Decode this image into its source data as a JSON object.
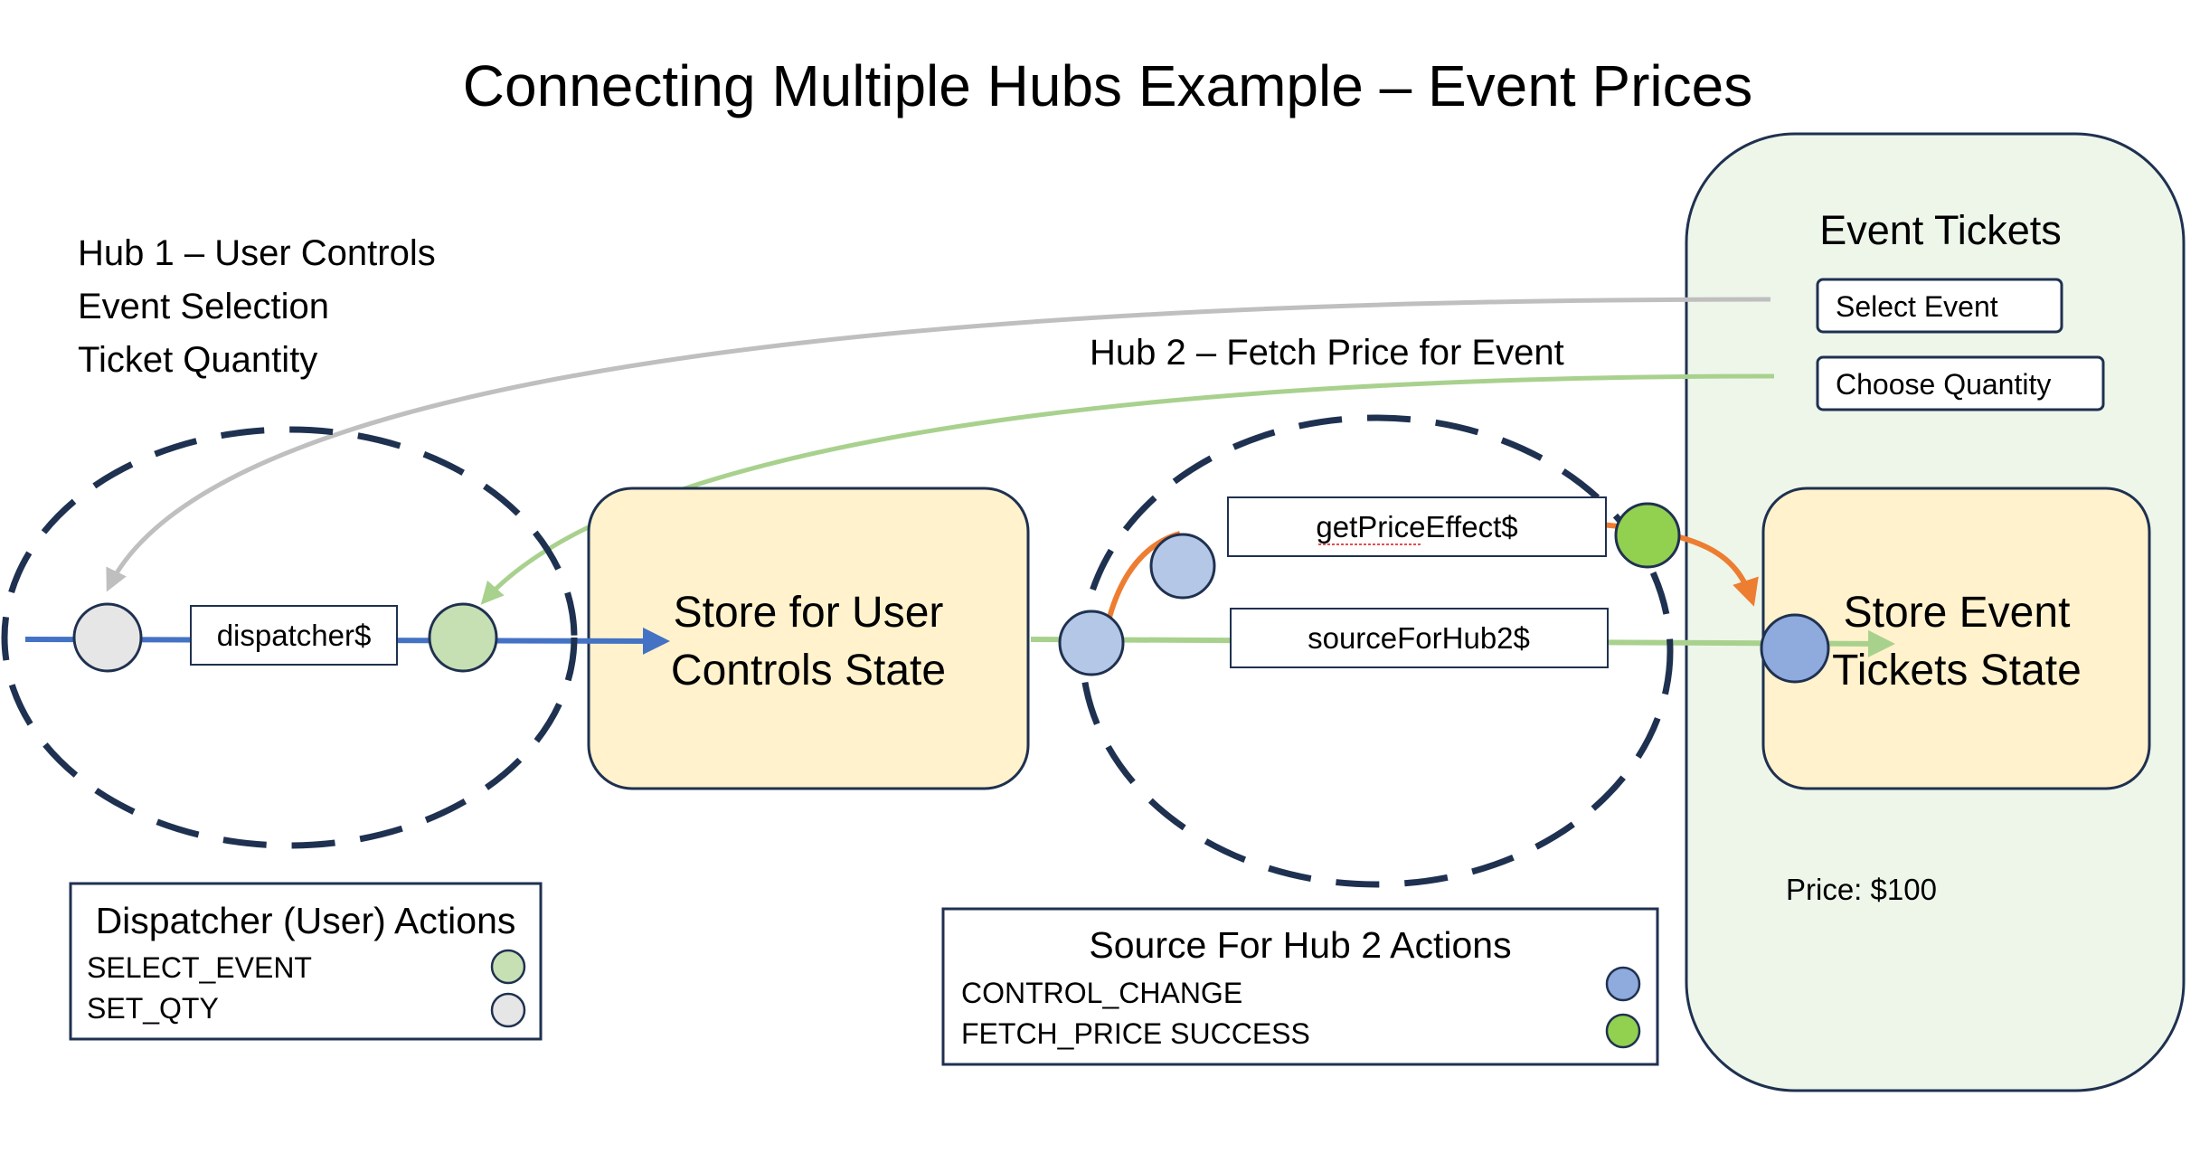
{
  "title": "Connecting Multiple Hubs Example – Event Prices",
  "hub1": {
    "labels": [
      "Hub 1 – User Controls",
      "Event Selection",
      "Ticket Quantity"
    ],
    "stream_label": "dispatcher$"
  },
  "store_user": {
    "lines": [
      "Store for User",
      "Controls State"
    ]
  },
  "hub2": {
    "label": "Hub 2 – Fetch Price for Event",
    "effect_label": "getPriceEffect$",
    "source_label": "sourceForHub2$"
  },
  "event_tickets": {
    "title": "Event Tickets",
    "select_event": "Select Event",
    "choose_quantity": "Choose Quantity",
    "store_lines": [
      "Store Event",
      "Tickets State"
    ],
    "price": "Price: $100"
  },
  "legend_dispatcher": {
    "title": "Dispatcher (User) Actions",
    "items": [
      {
        "label": "SELECT_EVENT",
        "color": "#c6e0b4"
      },
      {
        "label": "SET_QTY",
        "color": "#e7e6e6"
      }
    ]
  },
  "legend_hub2": {
    "title": "Source For Hub 2 Actions",
    "items": [
      {
        "label": "CONTROL_CHANGE",
        "color": "#8faadc"
      },
      {
        "label": "FETCH_PRICE SUCCESS",
        "color": "#92d050"
      }
    ]
  },
  "colors": {
    "dark_navy": "#1f3150",
    "blue_line": "#4472c4",
    "green_line": "#a9d18e",
    "gray_line": "#bfbfbf",
    "orange_line": "#ed7d31",
    "store_fill": "#fff2cc",
    "panel_fill": "#eef6ea",
    "light_blue_node": "#b4c7e7",
    "mid_blue_node": "#8faadc",
    "green_node": "#92d050",
    "light_green_node": "#c6e0b4",
    "gray_node": "#e7e6e6"
  }
}
